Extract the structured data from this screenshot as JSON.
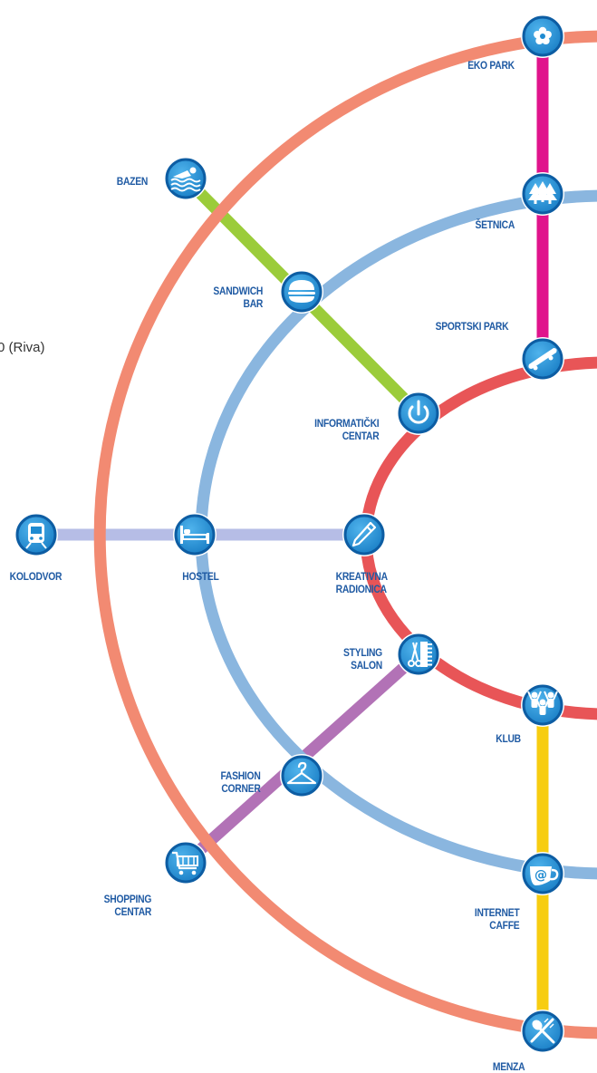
{
  "colors": {
    "outer_ring": "#f28a72",
    "middle_ring": "#8ab6df",
    "inner_ring": "#e85557",
    "green_line": "#9bcc3a",
    "pink_line": "#e0148c",
    "lavender_line": "#b6bde6",
    "purple_line": "#b272b6",
    "yellow_line": "#f7cd11",
    "station_fill": "#1f8bd1",
    "station_border": "#0d5da3",
    "label_text": "#1f5aa3"
  },
  "cut_text": "0 (Riva)",
  "stations": {
    "eko_park": {
      "lines": [
        "EKO PARK"
      ],
      "icon": "flower-icon"
    },
    "setnica": {
      "lines": [
        "ŠETNICA"
      ],
      "icon": "trees-icon"
    },
    "sportski_park": {
      "lines": [
        "SPORTSKI PARK"
      ],
      "icon": "skateboard-icon"
    },
    "bazen": {
      "lines": [
        "BAZEN"
      ],
      "icon": "swimmer-icon"
    },
    "sandwich_bar": {
      "lines": [
        "SANDWICH",
        "BAR"
      ],
      "icon": "sandwich-icon"
    },
    "informaticki_centar": {
      "lines": [
        "INFORMATIČKI",
        "CENTAR"
      ],
      "icon": "power-icon"
    },
    "kolodvor": {
      "lines": [
        "KOLODVOR"
      ],
      "icon": "train-icon"
    },
    "hostel": {
      "lines": [
        "HOSTEL"
      ],
      "icon": "bed-icon"
    },
    "kreativna_radionica": {
      "lines": [
        "KREATIVNA",
        "RADIONICA"
      ],
      "icon": "pencil-icon"
    },
    "styling_salon": {
      "lines": [
        "STYLING",
        "SALON"
      ],
      "icon": "comb-scissors-icon"
    },
    "klub": {
      "lines": [
        "KLUB"
      ],
      "icon": "dancers-icon"
    },
    "fashion_corner": {
      "lines": [
        "FASHION",
        "CORNER"
      ],
      "icon": "hanger-icon"
    },
    "internet_caffe": {
      "lines": [
        "INTERNET",
        "CAFFE"
      ],
      "icon": "at-cup-icon"
    },
    "shopping_centar": {
      "lines": [
        "SHOPPING",
        "CENTAR"
      ],
      "icon": "cart-icon"
    },
    "menza": {
      "lines": [
        "MENZA"
      ],
      "icon": "fork-knife-icon"
    }
  }
}
